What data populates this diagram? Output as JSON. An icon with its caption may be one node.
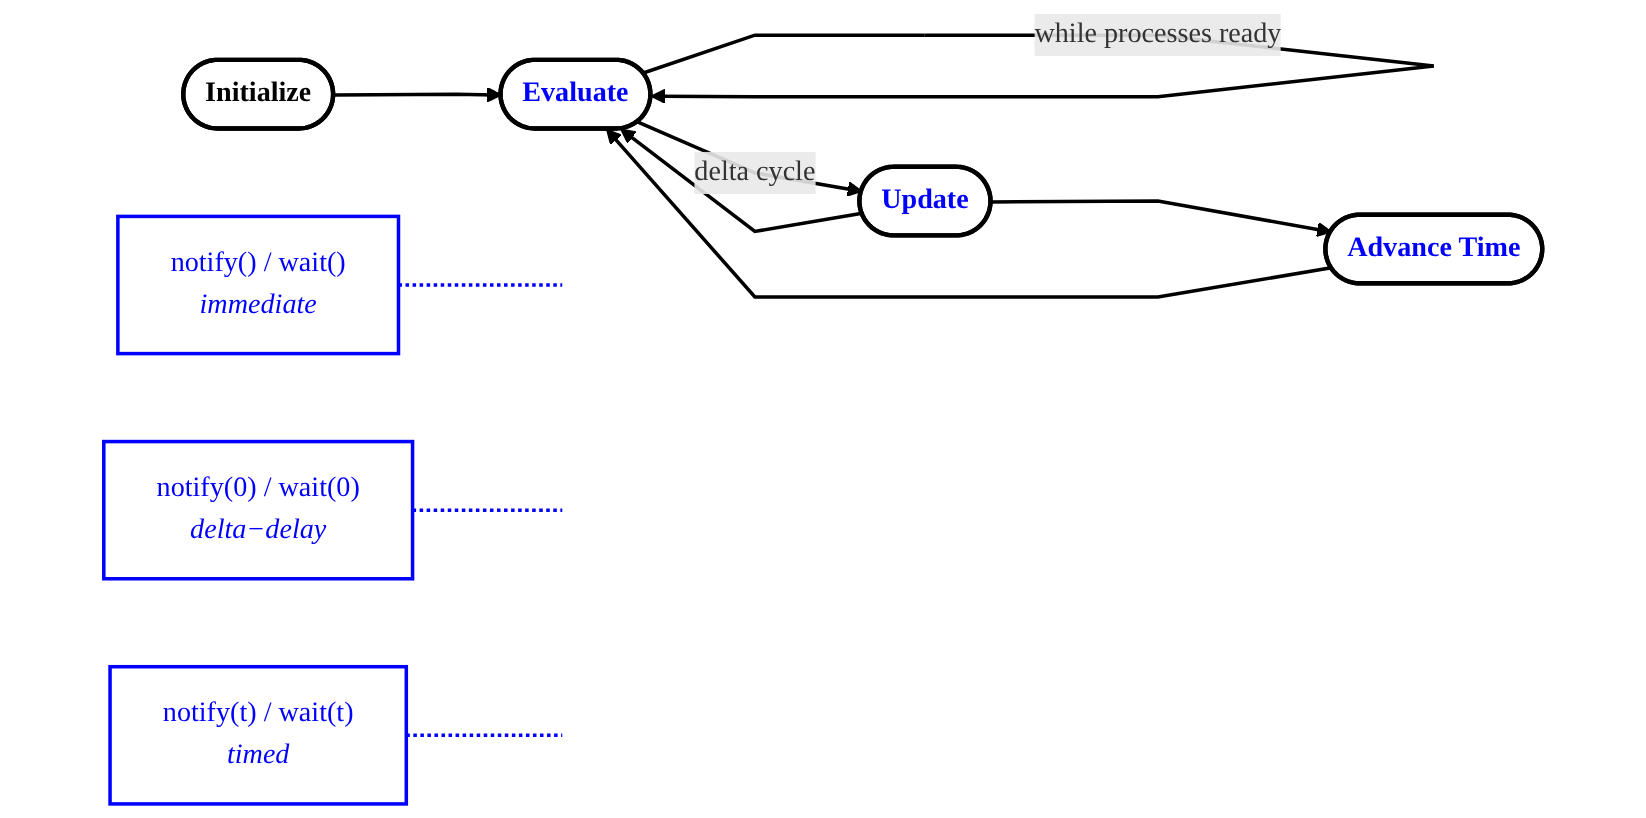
{
  "diagram": {
    "nodes": [
      {
        "text": [
          "Initialize"
        ]
      },
      {
        "text": [
          "Evaluate"
        ]
      },
      {
        "text": [
          "Advance Time"
        ]
      },
      {
        "text": [
          "Update"
        ]
      },
      {
        "text": [
          "notify() / wait()",
          "immediate"
        ]
      },
      {
        "text": [
          "notify(0) / wait(0)",
          "delta−delay"
        ]
      },
      {
        "text": [
          "notify(t) / wait(t)",
          "timed"
        ]
      }
    ],
    "edges": [
      {
        "from": 0,
        "to": 1,
        "arrow": "to"
      },
      {
        "from": 1,
        "to": 1,
        "arrow": "to",
        "label": "while processes ready"
      },
      {
        "from": 2,
        "to": 1,
        "arrow": "to"
      },
      {
        "from": 1,
        "to": 3,
        "arrow": "to",
        "label": "delta cycle"
      },
      {
        "from": 3,
        "to": 1,
        "arrow": "to"
      },
      {
        "from": 3,
        "to": 2,
        "arrow": "to"
      },
      {
        "from": 4,
        "to": null,
        "arrow": "none",
        "style": "dashed",
        "color": "#0000ff"
      },
      {
        "from": 5,
        "to": null,
        "arrow": "none",
        "style": "dashed",
        "color": "#0000ff"
      },
      {
        "from": 6,
        "to": null,
        "arrow": "none",
        "style": "dashed",
        "color": "#0000ff"
      }
    ]
  }
}
